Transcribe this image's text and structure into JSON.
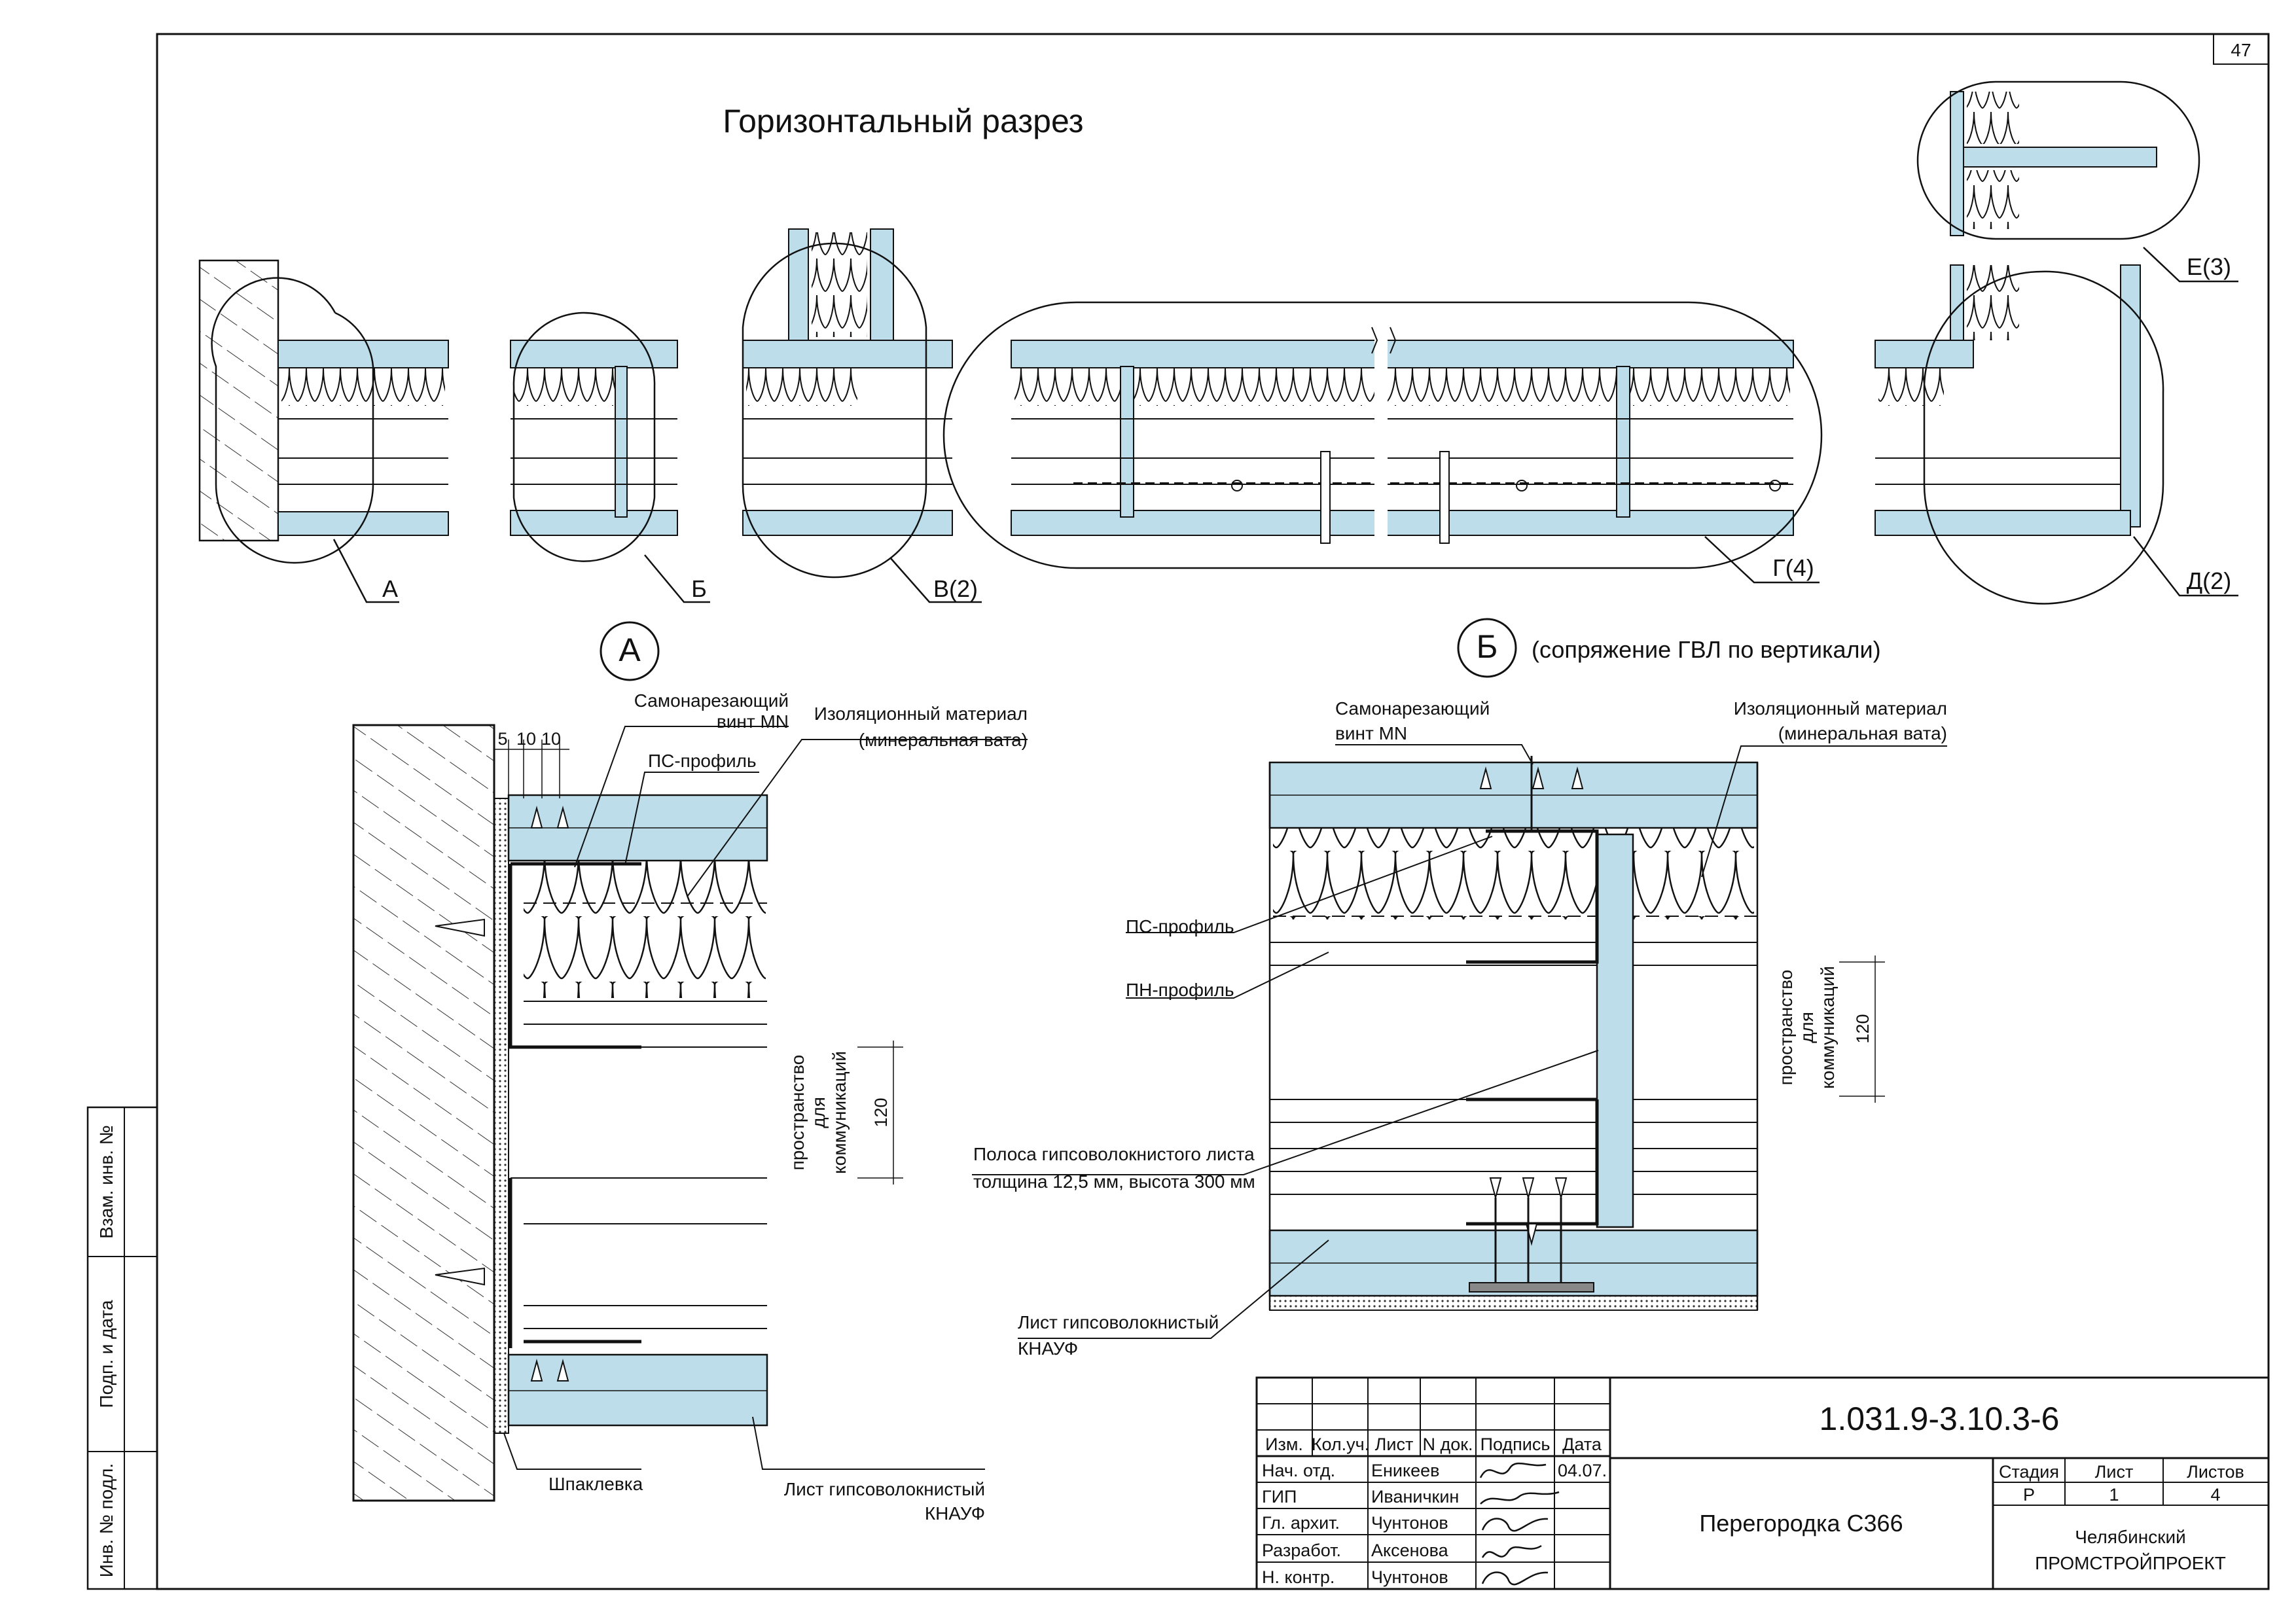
{
  "sheet": {
    "number": "47",
    "title": "Горизонтальный разрез"
  },
  "overview_callouts": {
    "a": "А",
    "b": "Б",
    "v": "В(2)",
    "g": "Г(4)",
    "d": "Д(2)",
    "e": "Е(3)"
  },
  "detail_a": {
    "marker": "А",
    "screw": [
      "Самонарезающий",
      "винт MN"
    ],
    "ps_profile": "ПС-профиль",
    "insulation": [
      "Изоляционный материал",
      "(минеральная вата)"
    ],
    "dims": [
      "5",
      "10",
      "10"
    ],
    "space": [
      "пространство",
      "для",
      "коммуникаций"
    ],
    "space_dim": "120",
    "putty": "Шпаклевка",
    "sheet": [
      "Лист гипсоволокнистый",
      "КНАУФ"
    ]
  },
  "detail_b": {
    "marker": "Б",
    "caption": "(сопряжение ГВЛ по вертикали)",
    "screw": [
      "Самонарезающий",
      "винт MN"
    ],
    "insulation": [
      "Изоляционный материал",
      "(минеральная вата)"
    ],
    "ps_profile": "ПС-профиль",
    "pn_profile": "ПН-профиль",
    "strip": [
      "Полоса гипсоволокнистого листа",
      "толщина 12,5 мм, высота 300 мм"
    ],
    "sheet": [
      "Лист гипсоволокнистый",
      "КНАУФ"
    ],
    "space": [
      "пространство",
      "для",
      "коммуникаций"
    ],
    "space_dim": "120"
  },
  "left_stamp": [
    "Взам. инв. №",
    "Подп. и дата",
    "Инв. № подл."
  ],
  "title_block": {
    "code": "1.031.9-3.10.3-6",
    "name": "Перегородка С366",
    "headers": [
      "Изм.",
      "Кол.уч.",
      "Лист",
      "N док.",
      "Подпись",
      "Дата"
    ],
    "rows": [
      {
        "role": "Нач. отд.",
        "person": "Еникеев",
        "date": "04.07."
      },
      {
        "role": "ГИП",
        "person": "Иваничкин",
        "date": ""
      },
      {
        "role": "Гл. архит.",
        "person": "Чунтонов",
        "date": ""
      },
      {
        "role": "Разработ.",
        "person": "Аксенова",
        "date": ""
      },
      {
        "role": "Н. контр.",
        "person": "Чунтонов",
        "date": ""
      }
    ],
    "stage_label": "Стадия",
    "sheet_label": "Лист",
    "sheets_label": "Листов",
    "stage": "Р",
    "sheet": "1",
    "sheets": "4",
    "org": [
      "Челябинский",
      "ПРОМСТРОЙПРОЕКТ"
    ]
  },
  "colors": {
    "gvl": "#bcdde9",
    "line": "#111111"
  }
}
